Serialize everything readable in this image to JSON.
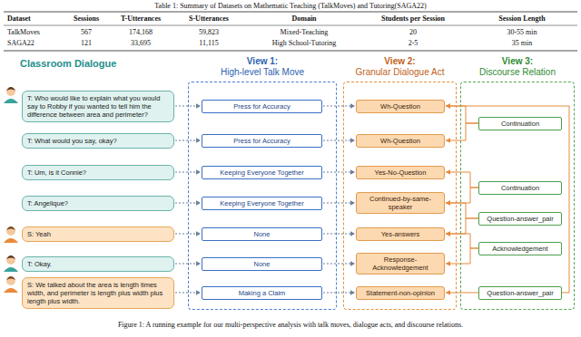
{
  "diagram": {
    "caption": "Figure 1: A running example for our multi-perspective analysis with talk moves, dialogue acts, and discourse relations.",
    "nodes": [
      {
        "text": [
          "T: Who would like to explain what you would say to Robby if you wanted to tell him the difference between area and perimeter?"
        ]
      },
      {
        "text": [
          "T: What would you say, okay?"
        ]
      },
      {
        "text": [
          "T: Um, is it Connie?"
        ]
      },
      {
        "text": [
          "T: Angelique?"
        ]
      },
      {
        "text": [
          "S: Yeah"
        ]
      },
      {
        "text": [
          "T: Okay."
        ]
      },
      {
        "text": [
          "S: We talked about the area is length times width, and perimeter is length plus width plus length plus width."
        ]
      },
      {
        "text": [
          "View 1:",
          "High-level Talk Move"
        ]
      },
      {
        "text": [
          "Press for Accuracy"
        ],
        "in": 7
      },
      {
        "text": [
          "Press for Accuracy"
        ],
        "in": 7
      },
      {
        "text": [
          "Keeping Everyone Together"
        ],
        "in": 7
      },
      {
        "text": [
          "Keeping Everyone Together"
        ],
        "in": 7
      },
      {
        "text": [
          "None"
        ],
        "in": 7
      },
      {
        "text": [
          "None"
        ],
        "in": 7
      },
      {
        "text": [
          "Making a Claim"
        ],
        "in": 7
      },
      {
        "text": [
          "View 2:",
          "Granular Dialogue Act"
        ]
      },
      {
        "text": [
          "Wh-Question"
        ],
        "in": 15
      },
      {
        "text": [
          "Wh-Question"
        ],
        "in": 15
      },
      {
        "text": [
          "Yes-No-Question"
        ],
        "in": 15
      },
      {
        "text": [
          "Continued-by-same-speaker"
        ],
        "in": 15
      },
      {
        "text": [
          "Yes-answers"
        ],
        "in": 15
      },
      {
        "text": [
          "Response-Acknowledgement"
        ],
        "in": 15
      },
      {
        "text": [
          "Statement-non-opinion"
        ],
        "in": 15
      },
      {
        "text": [
          "View 3:",
          "Discourse Relation"
        ]
      },
      {
        "text": [
          "Continuation"
        ],
        "in": 23
      },
      {
        "text": [
          "Continuation"
        ],
        "in": 23
      },
      {
        "text": [
          "Question-answer_pair"
        ],
        "in": 23
      },
      {
        "text": [
          "Acknowledgement"
        ],
        "in": 23
      },
      {
        "text": [
          "Question-answer_pair"
        ],
        "in": 23
      }
    ],
    "edges": [
      {
        "from": 0,
        "to": 8,
        "arrow": "to"
      },
      {
        "from": 1,
        "to": 9,
        "arrow": "to"
      },
      {
        "from": 2,
        "to": 10,
        "arrow": "to"
      },
      {
        "from": 3,
        "to": 11,
        "arrow": "to"
      },
      {
        "from": 4,
        "to": 12,
        "arrow": "to"
      },
      {
        "from": 5,
        "to": 13,
        "arrow": "to"
      },
      {
        "from": 6,
        "to": 14,
        "arrow": "to"
      },
      {
        "from": 8,
        "to": 16,
        "arrow": "to"
      },
      {
        "from": 9,
        "to": 17,
        "arrow": "to"
      },
      {
        "from": 10,
        "to": 18,
        "arrow": "to"
      },
      {
        "from": 11,
        "to": 19,
        "arrow": "to"
      },
      {
        "from": 12,
        "to": 20,
        "arrow": "to"
      },
      {
        "from": 13,
        "to": 21,
        "arrow": "to"
      },
      {
        "from": 14,
        "to": 22,
        "arrow": "to"
      },
      {
        "from": 24,
        "to": 16,
        "arrow": "to"
      },
      {
        "from": 24,
        "to": 17,
        "arrow": "to"
      },
      {
        "from": 25,
        "to": 18,
        "arrow": "to"
      },
      {
        "from": 25,
        "to": 19,
        "arrow": "to"
      },
      {
        "from": 26,
        "to": 19,
        "arrow": "to"
      },
      {
        "from": 26,
        "to": 20,
        "arrow": "to"
      },
      {
        "from": 27,
        "to": 20,
        "arrow": "to"
      },
      {
        "from": 27,
        "to": 21,
        "arrow": "to"
      },
      {
        "from": 28,
        "to": 16,
        "arrow": "to"
      },
      {
        "from": 28,
        "to": 22,
        "arrow": "to"
      }
    ],
    "labels": [
      "Table 1:  Summary of Datasets on Mathematic Teaching (TalkMoves) and Tutoring(SAGA22)",
      "Dataset",
      "Sessions",
      "T-Utterances",
      "S-Utterances",
      "Domain",
      "Students per Session",
      "Session Length",
      "TalkMoves",
      "567",
      "174,168",
      "59,823",
      "Mixed-Teaching",
      "20",
      "30-55 min",
      "SAGA22",
      "121",
      "33,695",
      "11,115",
      "High School-Tutoring",
      "2-5",
      "35 min",
      "Classroom Dialogue"
    ]
  }
}
